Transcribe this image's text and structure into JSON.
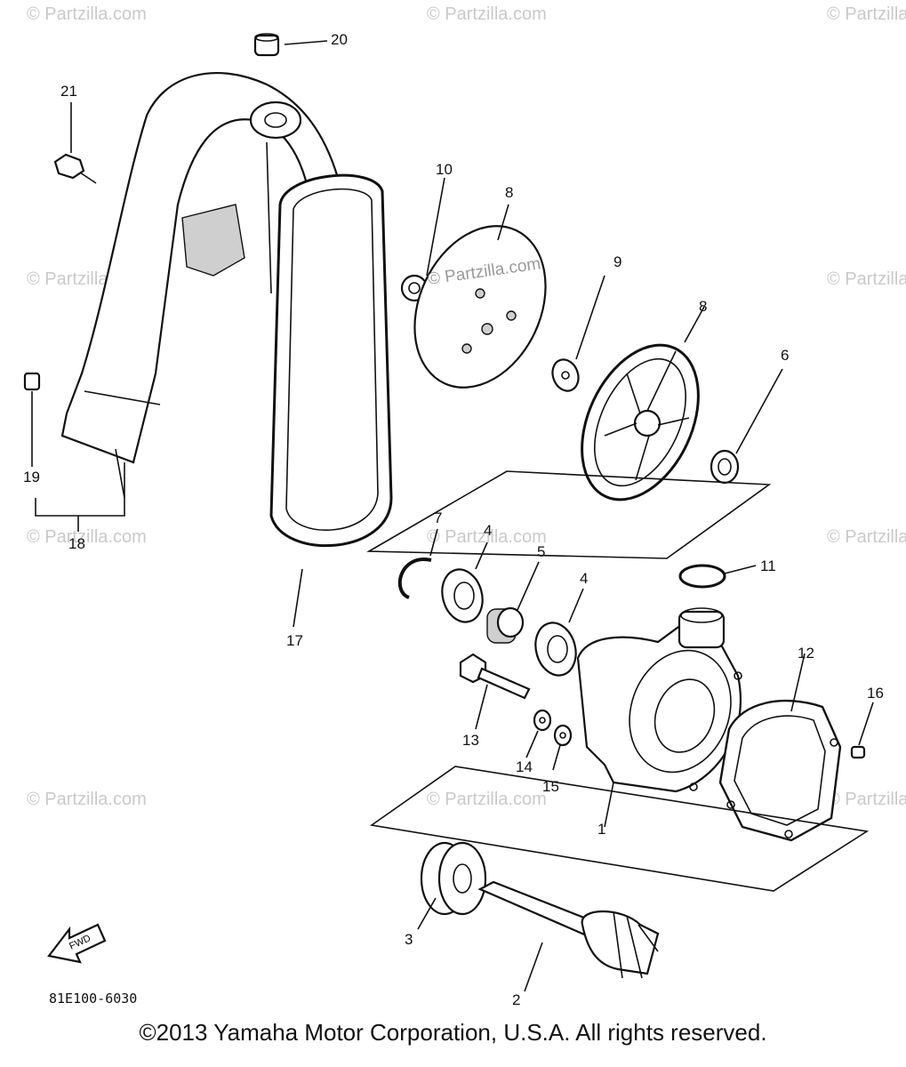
{
  "watermark": "© Partzilla.com",
  "center_watermark": "© Partzilla.com",
  "diagram_code": "81E100-6030",
  "front_arrow_label": "FWD",
  "callouts": {
    "n1": "1",
    "n2": "2",
    "n3": "3",
    "n4a": "4",
    "n4b": "4",
    "n5": "5",
    "n6": "6",
    "n7": "7",
    "n8a": "8",
    "n8b": "8",
    "n9": "9",
    "n10": "10",
    "n11": "11",
    "n12": "12",
    "n13": "13",
    "n14": "14",
    "n15": "15",
    "n16": "16",
    "n17": "17",
    "n18": "18",
    "n19": "19",
    "n20": "20",
    "n21": "21"
  },
  "footer": "©2013  Yamaha Motor Corporation, U.S.A. All rights reserved."
}
